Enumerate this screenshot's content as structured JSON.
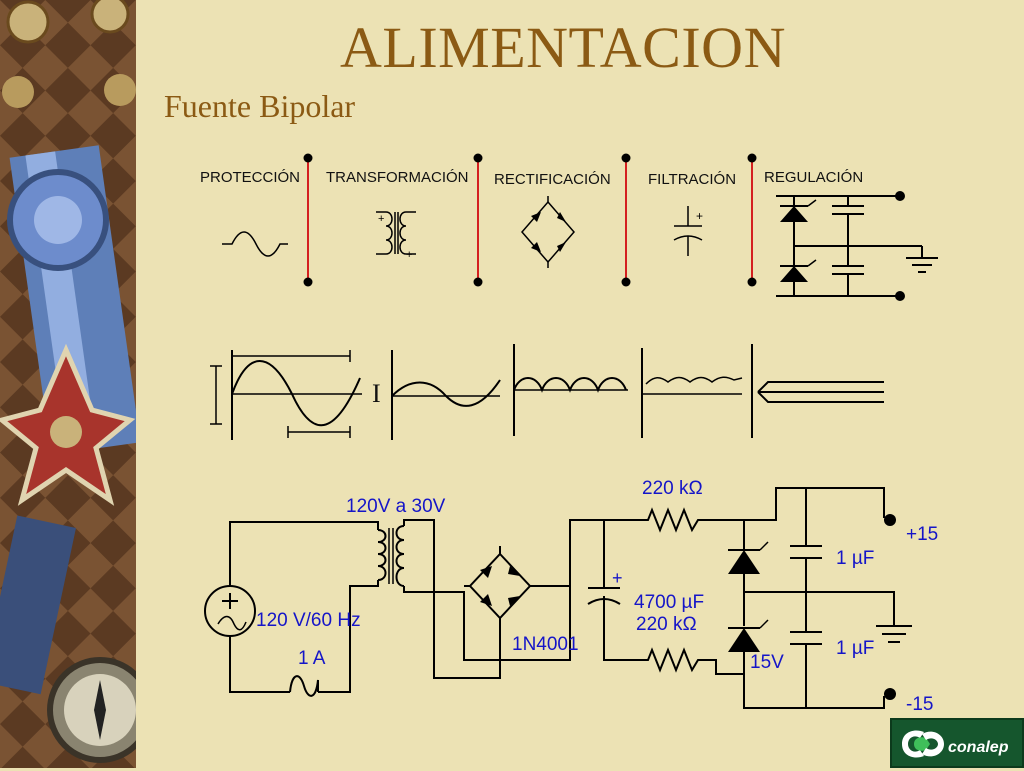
{
  "slide": {
    "title": "ALIMENTACION",
    "subtitle": "Fuente Bipolar"
  },
  "stages": [
    {
      "label": "PROTECCIÓN"
    },
    {
      "label": "TRANSFORMACIÓN"
    },
    {
      "label": "RECTIFICACIÓN"
    },
    {
      "label": "FILTRACIÓN"
    },
    {
      "label": "REGULACIÓN"
    }
  ],
  "symbols": {
    "plus": "+",
    "waveform_current_left": "I",
    "waveform_current_right": "I"
  },
  "circuit": {
    "transformer_ratio": "120V a 30V",
    "resistor_top": "220 kΩ",
    "resistor_bottom": "220 kΩ",
    "capacitor_filter": "4700 µF",
    "cap_top": "1 µF",
    "cap_bottom": "1 µF",
    "out_positive": "+15",
    "out_negative": "-15",
    "source": "120 V/60 Hz",
    "fuse": "1 A",
    "diode": "1N4001",
    "zener": "15V"
  },
  "logo": {
    "text": "conalep"
  },
  "colors": {
    "title": "#8b5a14",
    "label_blue": "#1515c8",
    "divider_red": "#d42020",
    "background": "#ece2b4"
  }
}
